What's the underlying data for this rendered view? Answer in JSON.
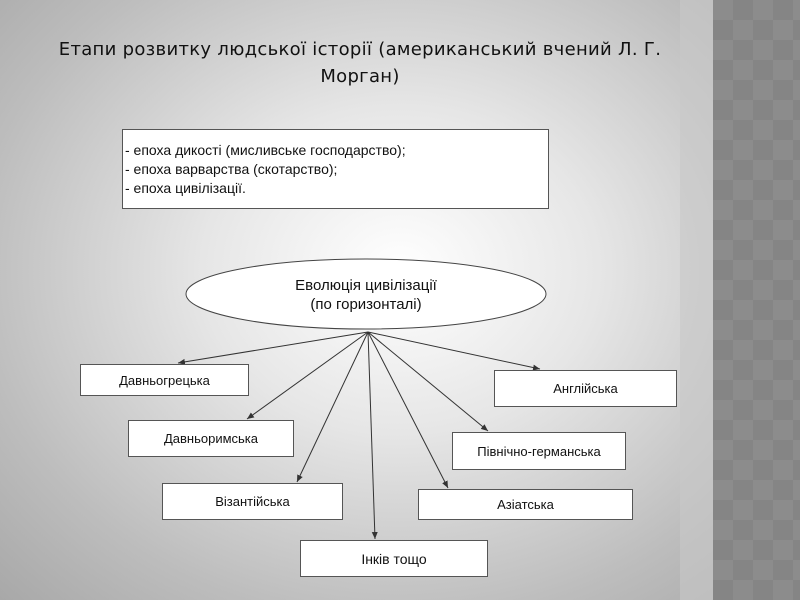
{
  "title": "Етапи розвитку людської історії (американський вчений Л. Г. Морган)",
  "epochs": [
    "- епоха дикості (мисливське господарство);",
    "- епоха варварства (скотарство);",
    "- епоха цивілізації."
  ],
  "center": {
    "line1": "Еволюція цивілізації",
    "line2": "(по горизонталі)"
  },
  "civilizations": [
    "Давньогрецька",
    "Давньоримська",
    "Візантійська",
    "Інків тощо",
    "Азіатська",
    "Північно-германська",
    "Англійська"
  ]
}
